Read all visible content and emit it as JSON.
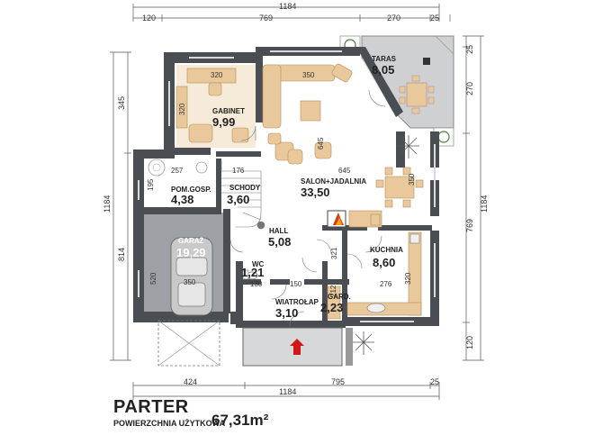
{
  "title": "PARTER",
  "subtitle": "POWIERZCHNIA UŻYTKOWA",
  "total_area": "67,31m²",
  "rooms": {
    "taras": {
      "name": "TARAS",
      "area": "8,05"
    },
    "gabinet": {
      "name": "GABINET",
      "area": "9,99"
    },
    "salon": {
      "name": "SALON+JADALNIA",
      "area": "33,50"
    },
    "pom_gosp": {
      "name": "POM.GOSP.",
      "area": "4,38"
    },
    "schody": {
      "name": "SCHODY",
      "area": "3,60"
    },
    "garaz": {
      "name": "GARAŻ",
      "area": "19,29"
    },
    "hall": {
      "name": "HALL",
      "area": "5,08"
    },
    "wc": {
      "name": "WC",
      "area": "1,21"
    },
    "kuchnia": {
      "name": "KUCHNIA",
      "area": "8,60"
    },
    "wiatrolap": {
      "name": "WIATROŁAP",
      "area": "3,10"
    },
    "gard": {
      "name": "GARD.",
      "area": "2,23"
    }
  },
  "dimensions": {
    "top_total": "1184",
    "top_a": "120",
    "top_b": "769",
    "top_c": "270",
    "top_d": "25",
    "bottom_total": "1184",
    "bottom_a": "424",
    "bottom_b": "795",
    "bottom_c": "25",
    "left_a": "345",
    "left_total": "1184",
    "left_b": "814",
    "right_a": "25",
    "right_b": "270",
    "right_total": "1184",
    "right_c": "769",
    "right_d": "120"
  },
  "interior_dims": {
    "gabinet_w": "320",
    "gabinet_h": "320",
    "salon_w": "350",
    "salon_h1": "645",
    "salon_w2": "645",
    "pom_w": "257",
    "pom_h": "195",
    "schody_w": "176",
    "garaz_h": "520",
    "garaz_w": "350",
    "wc_w": "130",
    "hall_w": "150",
    "hall_h": "321",
    "gard_w": "212",
    "kuchnia_w": "276",
    "kuchnia_h": "320",
    "jadalnia_h": "350"
  }
}
